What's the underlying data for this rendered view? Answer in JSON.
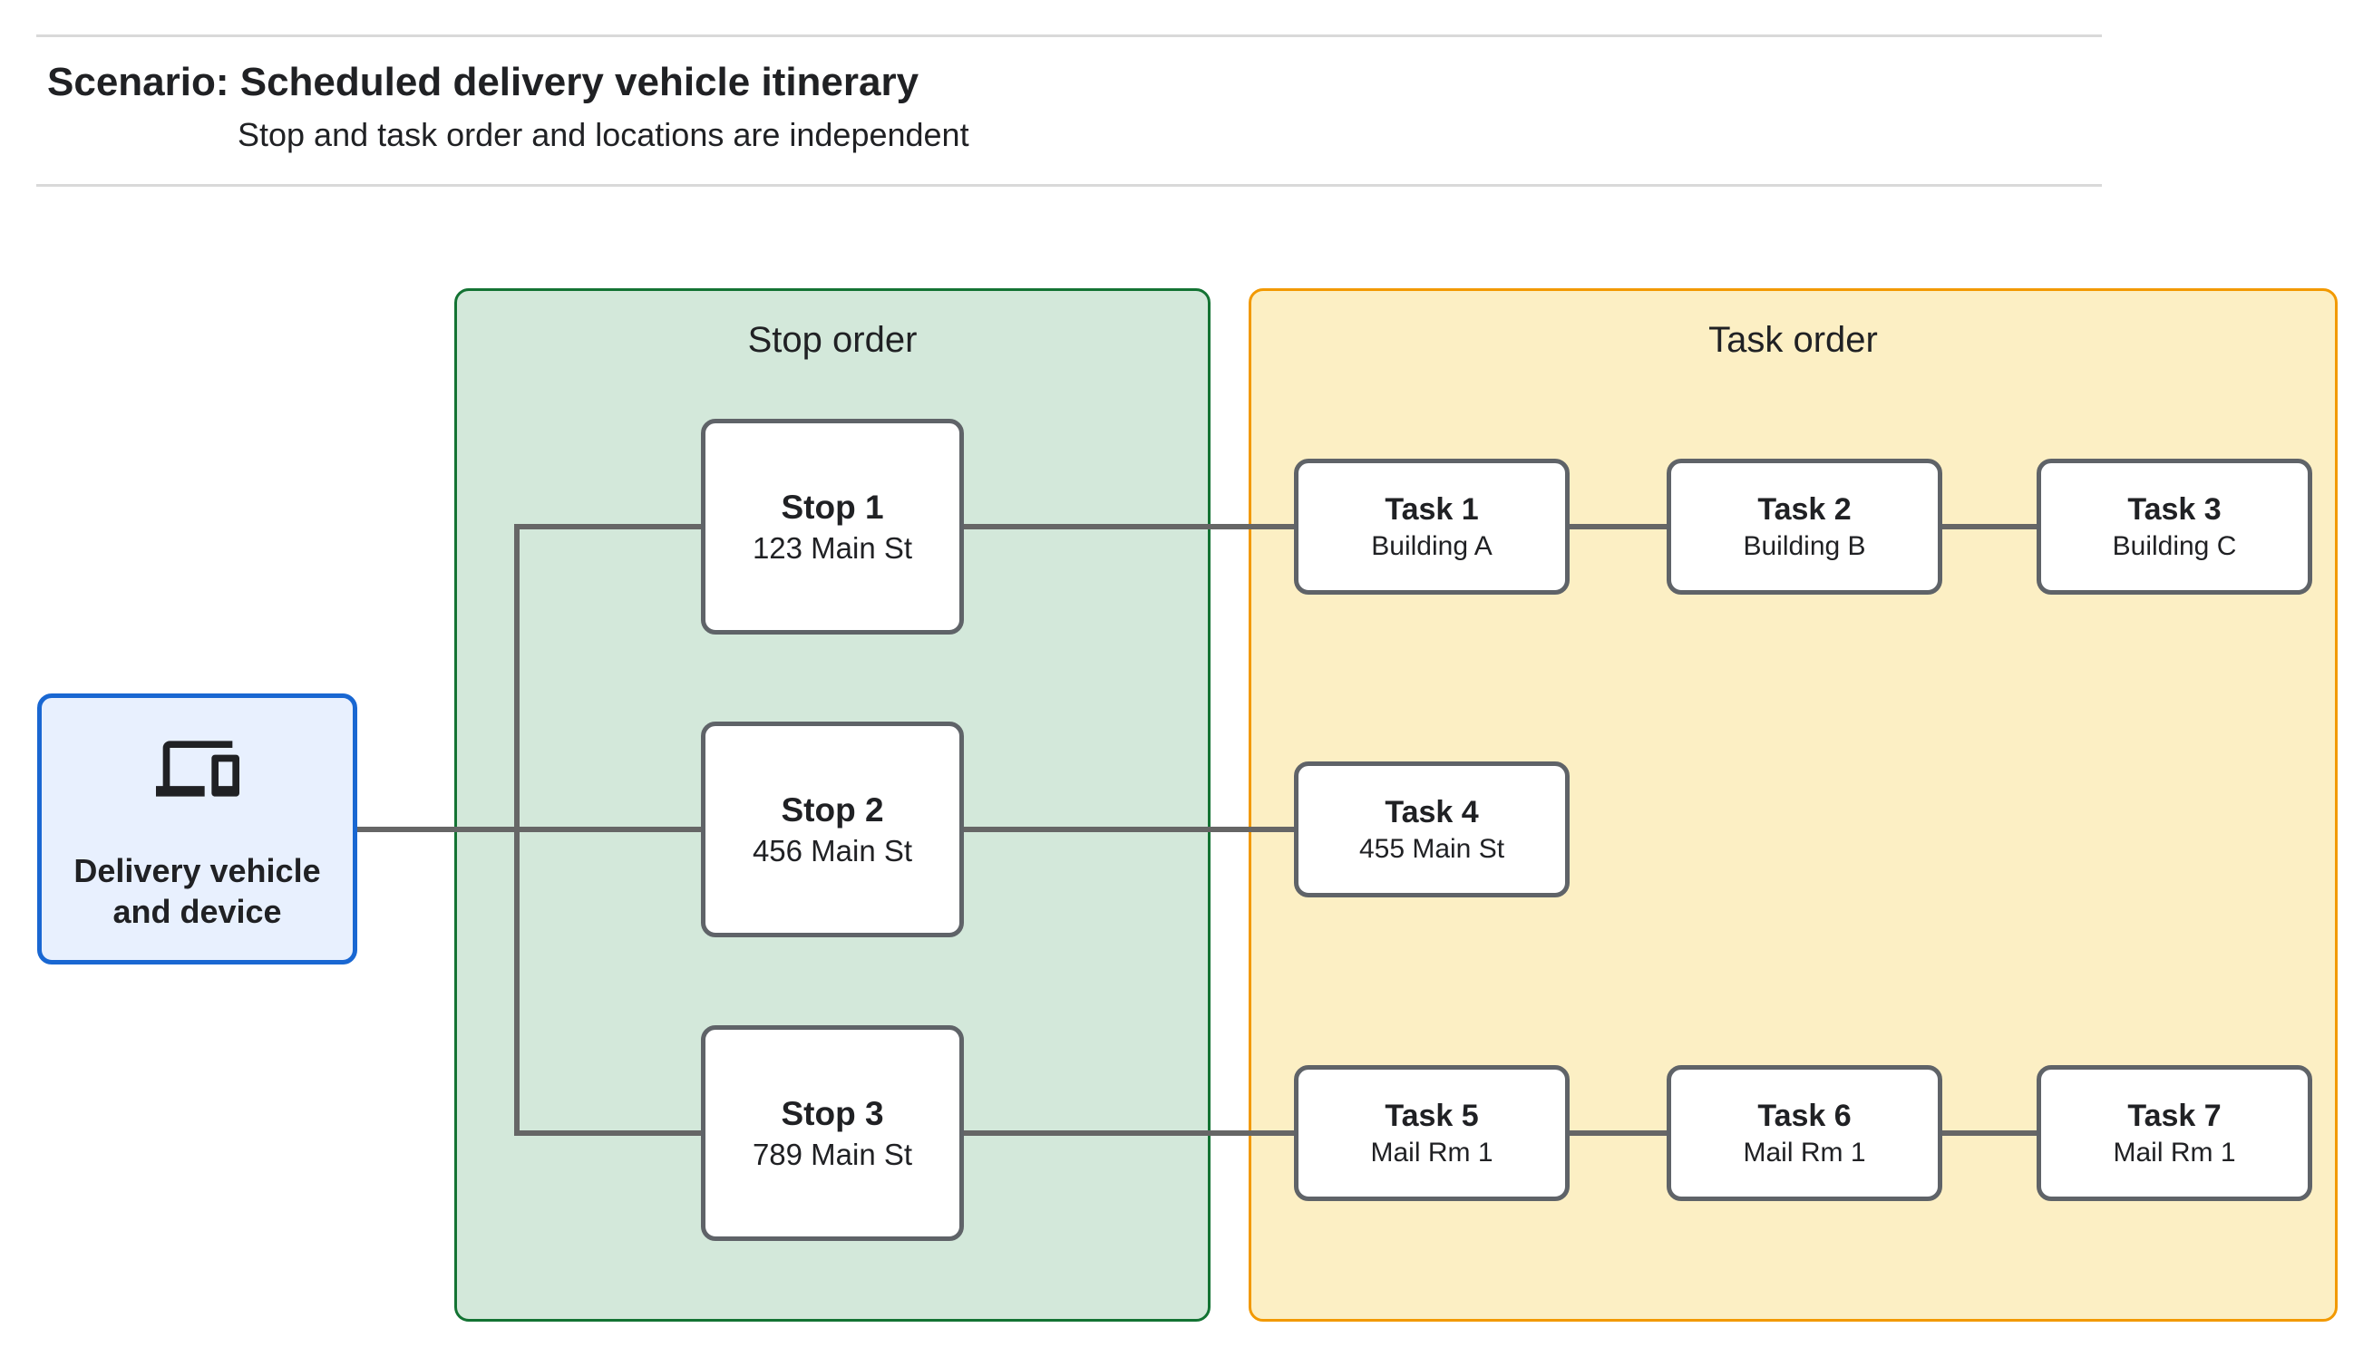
{
  "header": {
    "title": "Scenario: Scheduled delivery vehicle itinerary",
    "subtitle": "Stop and task order and locations are independent"
  },
  "vehicle": {
    "icon": "devices-icon",
    "label_lines": [
      "Delivery vehicle",
      "and device"
    ]
  },
  "panels": {
    "stop": {
      "title": "Stop order",
      "items": [
        {
          "title": "Stop 1",
          "subtitle": "123 Main St"
        },
        {
          "title": "Stop 2",
          "subtitle": "456 Main St"
        },
        {
          "title": "Stop 3",
          "subtitle": "789 Main St"
        }
      ]
    },
    "task": {
      "title": "Task order",
      "items": [
        {
          "title": "Task 1",
          "subtitle": "Building A"
        },
        {
          "title": "Task 2",
          "subtitle": "Building B"
        },
        {
          "title": "Task 3",
          "subtitle": "Building C"
        },
        {
          "title": "Task 4",
          "subtitle": "455 Main St"
        },
        {
          "title": "Task 5",
          "subtitle": "Mail Rm 1"
        },
        {
          "title": "Task 6",
          "subtitle": "Mail Rm 1"
        },
        {
          "title": "Task 7",
          "subtitle": "Mail Rm 1"
        }
      ]
    }
  },
  "edges": [
    {
      "from": "vehicle",
      "to": "stop-1"
    },
    {
      "from": "vehicle",
      "to": "stop-2"
    },
    {
      "from": "vehicle",
      "to": "stop-3"
    },
    {
      "from": "stop-1",
      "to": "task-1"
    },
    {
      "from": "task-1",
      "to": "task-2"
    },
    {
      "from": "task-2",
      "to": "task-3"
    },
    {
      "from": "stop-2",
      "to": "task-4"
    },
    {
      "from": "stop-3",
      "to": "task-5"
    },
    {
      "from": "task-5",
      "to": "task-6"
    },
    {
      "from": "task-6",
      "to": "task-7"
    }
  ],
  "colors": {
    "page-bg": "#ffffff",
    "rule": "#d9d9d9",
    "text": "#202124",
    "vehicle-fill": "#e8f0fe",
    "vehicle-border": "#1967d2",
    "stop-panel-fill": "#d3e8da",
    "stop-panel-border": "#137333",
    "task-panel-fill": "#fcefc4",
    "task-panel-border": "#f29900",
    "node-fill": "#ffffff",
    "node-border": "#5f6368",
    "connector": "#666666"
  }
}
